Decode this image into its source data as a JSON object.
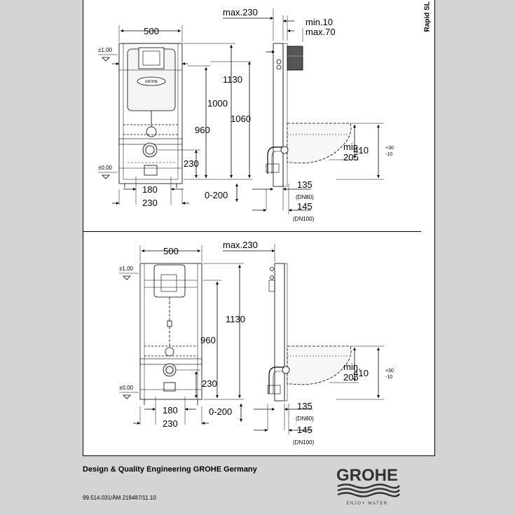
{
  "side_label": "Rapid SL",
  "top": {
    "front": {
      "width": "500",
      "height_1130": "1130",
      "height_1000": "1000",
      "height_1060": "1060",
      "height_960": "960",
      "height_230": "230",
      "bottom_180": "180",
      "bottom_230": "230",
      "adjust": "0-200",
      "level_top": "±1,00",
      "level_bottom": "±0,00"
    },
    "side": {
      "max": "max.230",
      "min10": "min.10",
      "max70": "max.70",
      "min205": "min.\n205",
      "min_label": "min.",
      "min_value": "205",
      "h410": "410",
      "tol_plus": "+30",
      "tol_minus": "-10",
      "d135": "135",
      "dn80": "(DN80)",
      "d145": "145",
      "dn100": "(DN100)"
    }
  },
  "bottom": {
    "front": {
      "width": "500",
      "height_1130": "1130",
      "height_960": "960",
      "height_230": "230",
      "bottom_180": "180",
      "bottom_230": "230",
      "adjust": "0-200",
      "level_top": "±1,00",
      "level_bottom": "±0,00"
    },
    "side": {
      "max": "max.230",
      "min_label": "min.",
      "min_value": "205",
      "h410": "410",
      "tol_plus": "+30",
      "tol_minus": "-10",
      "d135": "135",
      "dn80": "(DN80)",
      "d145": "145",
      "dn100": "(DN100)"
    }
  },
  "footer": {
    "credit": "Design & Quality Engineering GROHE Germany",
    "doc_number": "99.514.031/ÄM 219487/11.10",
    "logo_word": "GROHE",
    "logo_tagline": "ENJOY WATER"
  }
}
